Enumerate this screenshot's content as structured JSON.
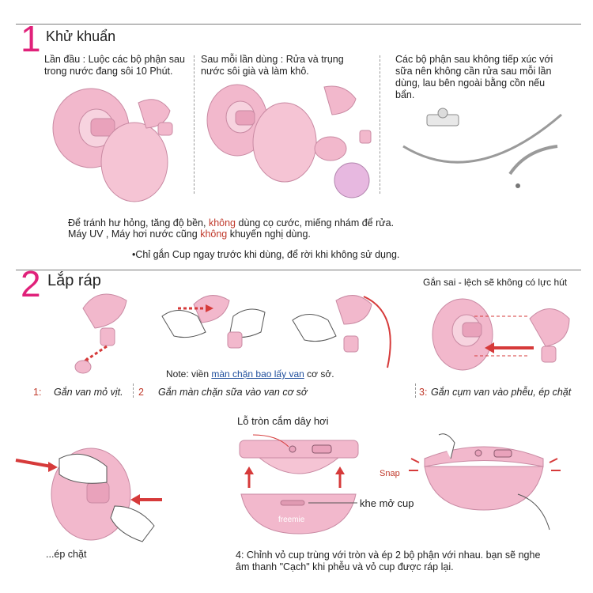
{
  "section1": {
    "number": "1",
    "title": "Khử khuẩn",
    "col1": "Lần đầu : Luộc các bộ phận sau trong nước đang sôi 10 Phút.",
    "col2": "Sau mỗi lần dùng : Rửa và trụng nước sôi già và làm khô.",
    "col3": "Các bộ phận sau không tiếp xúc với sữa nên không cần rửa sau mỗi lần dùng, lau bên ngoài bằng cồn nếu bẩn.",
    "note1_a": "Để tránh hư hỏng, tăng độ bền, ",
    "note1_red": "không",
    "note1_b": " dùng cọ cước, miếng nhám để rửa.",
    "note2_a": "Máy UV , Máy hơi nước  cũng ",
    "note2_red": "không",
    "note2_b": " khuyến nghị dùng.",
    "note3": "•Chỉ gắn Cup ngay trước khi dùng, để rời khi không sử dụng."
  },
  "section2": {
    "number": "2",
    "title": "Lắp ráp",
    "wrong": "Gắn sai - lệch sẽ không có lực hút",
    "note_a": "Note: viền ",
    "note_blue": "màn chặn bao lấy van",
    "note_b": " cơ sở.",
    "step1_num": "1:",
    "step1": "Gắn van mỏ vịt.",
    "step2_num": "2",
    "step2": "Gắn màn chặn sữa vào van cơ sở",
    "step3_num": "3:",
    "step3": "Gắn cụm van vào phễu, ép chặt",
    "hole_label": "Lỗ tròn cắm dây hơi",
    "slot_label": "khe mở cup",
    "snap": "Snap",
    "brand": "freemie",
    "press": "...ép chặt",
    "step4": "4: Chỉnh vỏ cup trùng với tròn và ép 2 bộ phận với nhau. bạn sẽ nghe âm thanh \"Cạch\" khi phễu và vỏ cup được ráp lại."
  },
  "colors": {
    "accent": "#e0217a",
    "pink": "#f2b8cc",
    "red_text": "#c0392b",
    "blue_text": "#1f4e9c",
    "arrow": "#d63a3a"
  }
}
